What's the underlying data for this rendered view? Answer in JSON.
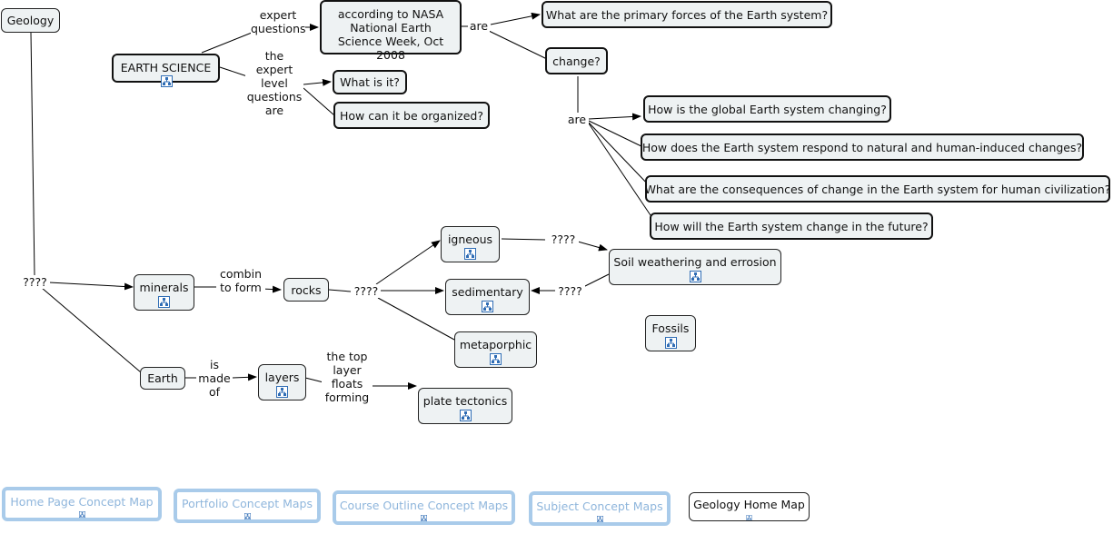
{
  "concepts": {
    "geology": "Geology",
    "earth_science": "EARTH SCIENCE",
    "nasa": "according to NASA National Earth Science Week, Oct 2008",
    "primary_forces": "What are the primary forces of the Earth system?",
    "change": "change?",
    "what_is_it": "What is it?",
    "how_organized": "How can it be organized?",
    "q_changing": "How is the global Earth system changing?",
    "q_respond": "How does the Earth system respond to natural and human-induced changes?",
    "q_consequences": "What are the consequences of change in the Earth system for human civilization?",
    "q_future": "How will the Earth system change in the future?",
    "igneous": "igneous",
    "soil": "Soil weathering and errosion",
    "sedimentary": "sedimentary",
    "metaporphic": "metaporphic",
    "fossils": "Fossils",
    "minerals": "minerals",
    "rocks": "rocks",
    "earth": "Earth",
    "layers": "layers",
    "plate_tectonics": "plate tectonics"
  },
  "linking_phrases": {
    "expert_questions": "expert questions",
    "expert_level": "the expert level questions are",
    "are_nasa": "are",
    "are_change": "are",
    "q_main": "????",
    "combin_to_form": "combin to form",
    "q_rocks": "????",
    "q_igneous": "????",
    "q_soil": "????",
    "is_made_of": "is made of",
    "top_layer": "the top layer floats forming"
  },
  "nav": {
    "home_page": "Home Page Concept Map",
    "portfolio": "Portfolio Concept Maps",
    "course_outline": "Course Outline Concept Maps",
    "subject": "Subject Concept Maps",
    "geology_home": "Geology Home Map"
  },
  "icons": {
    "submap": "concept-map-link-icon"
  },
  "colors": {
    "node_fill": "#eef2f3",
    "nav_border": "#a9cbea",
    "nav_text": "#8fb6dc",
    "icon_blue": "#2f6db5"
  }
}
